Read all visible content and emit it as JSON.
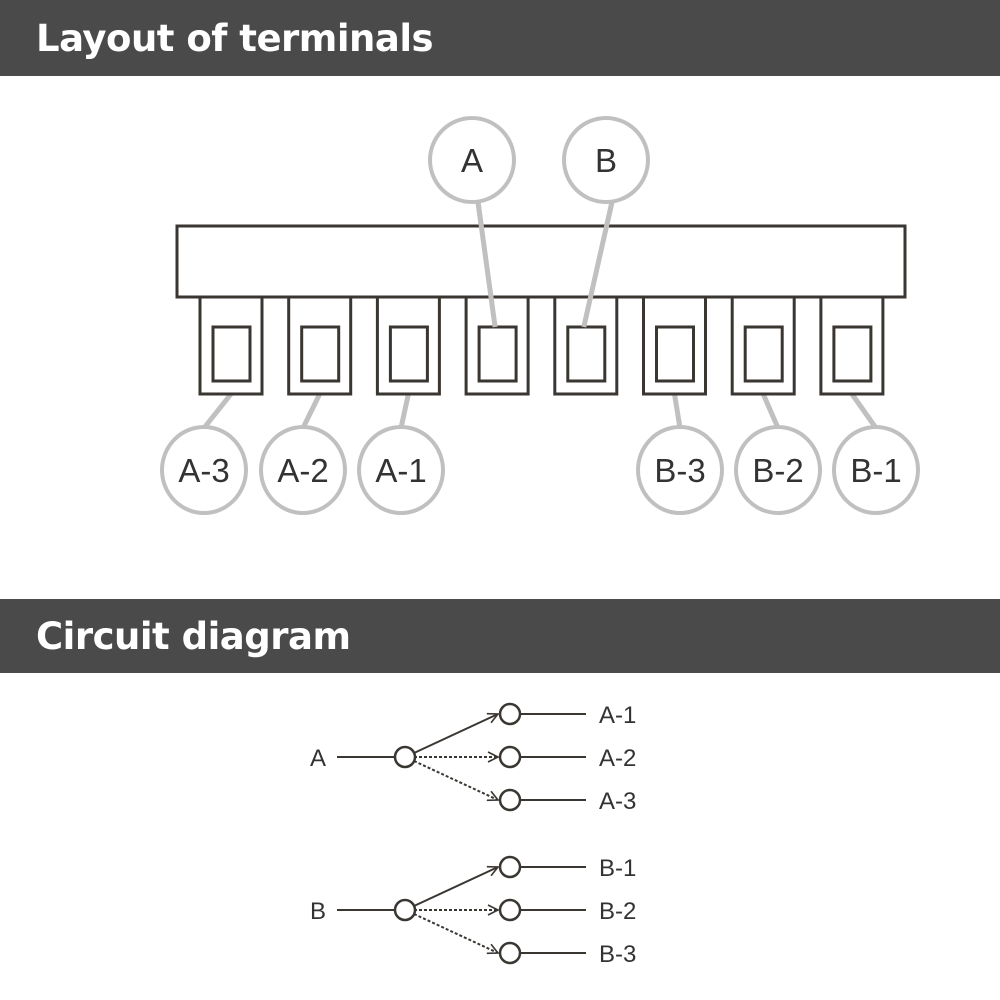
{
  "sections": {
    "layout": {
      "title": "Layout of terminals"
    },
    "circuit": {
      "title": "Circuit diagram"
    }
  },
  "colors": {
    "header_bg": "#4a4a4a",
    "header_text": "#ffffff",
    "line": "#3a3632",
    "callout": "#c0c0c0",
    "label": "#333333"
  },
  "terminals": {
    "count": 8,
    "top_callouts": [
      {
        "label": "A",
        "terminal_index": 3
      },
      {
        "label": "B",
        "terminal_index": 4
      }
    ],
    "bottom_callouts": [
      {
        "label": "A-3",
        "terminal_index": 0
      },
      {
        "label": "A-2",
        "terminal_index": 1
      },
      {
        "label": "A-1",
        "terminal_index": 2
      },
      {
        "label": "B-3",
        "terminal_index": 5
      },
      {
        "label": "B-2",
        "terminal_index": 6
      },
      {
        "label": "B-1",
        "terminal_index": 7
      }
    ]
  },
  "circuit": {
    "groups": [
      {
        "input": "A",
        "outputs": [
          {
            "label": "A-1",
            "style": "solid"
          },
          {
            "label": "A-2",
            "style": "dotted"
          },
          {
            "label": "A-3",
            "style": "dotted"
          }
        ]
      },
      {
        "input": "B",
        "outputs": [
          {
            "label": "B-1",
            "style": "solid"
          },
          {
            "label": "B-2",
            "style": "dotted"
          },
          {
            "label": "B-3",
            "style": "dotted"
          }
        ]
      }
    ]
  }
}
